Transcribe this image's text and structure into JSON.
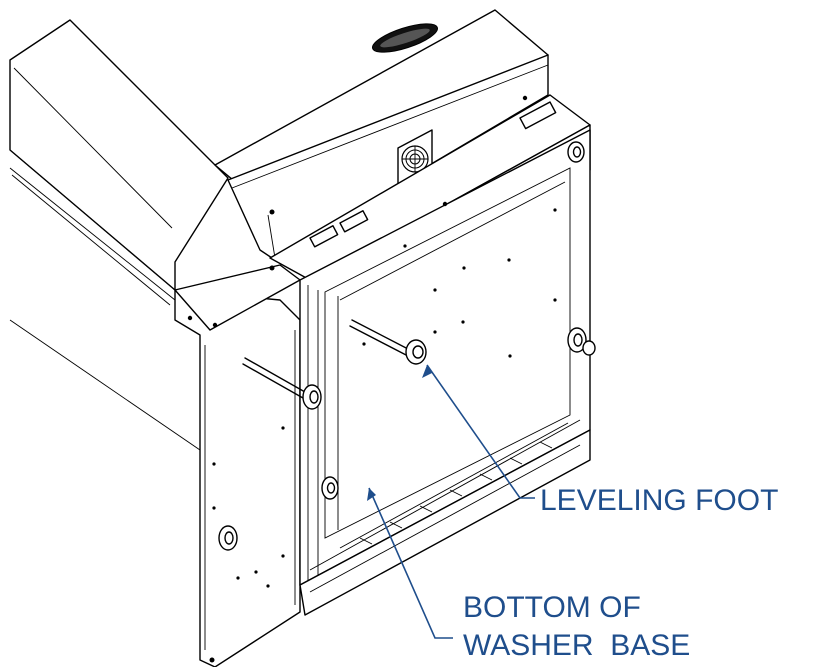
{
  "figure": {
    "callouts": [
      {
        "id": "leveling-foot",
        "text_lines": [
          "LEVELING FOOT"
        ]
      },
      {
        "id": "bottom-of-washer-base",
        "text_lines": [
          "BOTTOM OF",
          "WASHER  BASE"
        ]
      }
    ],
    "colors": {
      "callout": "#1f4e8c",
      "line": "#000000",
      "background": "#ffffff"
    }
  }
}
